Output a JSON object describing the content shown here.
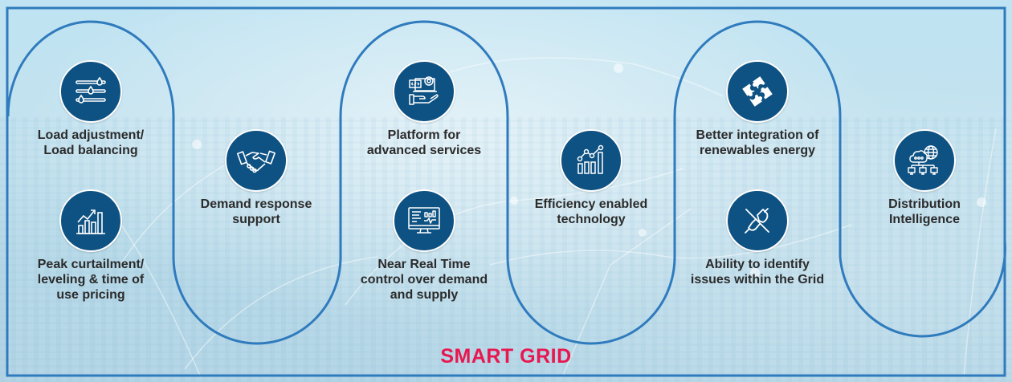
{
  "title": "SMART GRID",
  "colors": {
    "frame": "#2f7bbd",
    "icon_fill": "#0e5283",
    "icon_stroke": "#ffffff",
    "title": "#e8174f",
    "text": "#2b2b2b",
    "background": "#c4e2ee"
  },
  "items": [
    {
      "id": "load-adjustment",
      "label": "Load adjustment/\nLoad balancing",
      "icon": "sliders-icon"
    },
    {
      "id": "peak-curtailment",
      "label": "Peak curtailment/\nleveling & time of\nuse pricing",
      "icon": "bar-chart-growth-icon"
    },
    {
      "id": "demand-response",
      "label": "Demand response\nsupport",
      "icon": "handshake-icon"
    },
    {
      "id": "platform-services",
      "label": "Platform for\nadvanced services",
      "icon": "laptop-gear-hand-icon"
    },
    {
      "id": "near-real-time",
      "label": "Near Real Time\ncontrol over demand\nand supply",
      "icon": "monitor-dashboard-icon"
    },
    {
      "id": "efficiency",
      "label": "Efficiency enabled\ntechnology",
      "icon": "line-bar-chart-icon"
    },
    {
      "id": "renewables",
      "label": "Better integration of\nrenewables energy",
      "icon": "puzzle-icon"
    },
    {
      "id": "identify-issues",
      "label": "Ability to identify\nissues within the Grid",
      "icon": "unplugged-icon"
    },
    {
      "id": "distribution-intelligence",
      "label": "Distribution\nIntelligence",
      "icon": "cloud-network-globe-icon"
    }
  ]
}
